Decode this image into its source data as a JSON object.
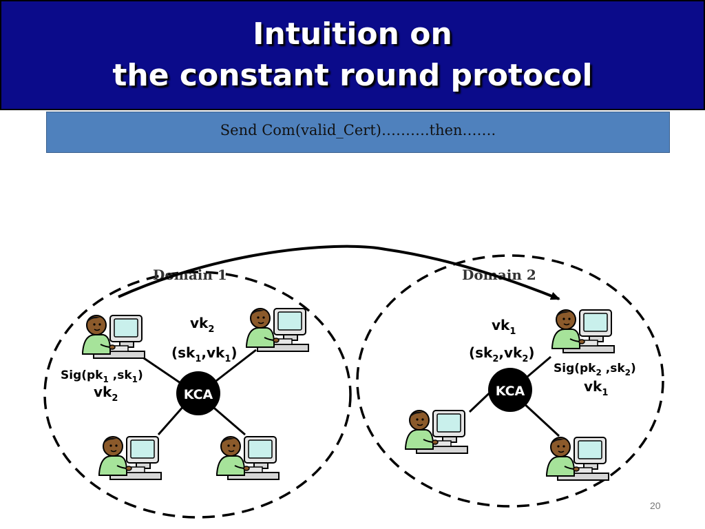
{
  "title": {
    "line1": "Intuition on",
    "line2": "the constant round protocol"
  },
  "subtitle": "Send Com(valid_Cert)……….then…….",
  "domains": [
    {
      "name": "Domain 1",
      "center_label": "KCA"
    },
    {
      "name": "Domain 2",
      "center_label": "KCA"
    }
  ],
  "labels": {
    "d1_top_vk": {
      "base": "vk",
      "sub": "2"
    },
    "d1_pair": {
      "open": "(sk",
      "sub1": "1",
      "comma": ",vk",
      "sub2": "1",
      "close": ")"
    },
    "d1_sig": {
      "a": "Sig(pk",
      "s1": "1",
      "b": " ,sk",
      "s2": "1",
      "c": ")"
    },
    "d1_vk": {
      "base": "vk",
      "sub": "2"
    },
    "d2_top_vk": {
      "base": "vk",
      "sub": "1"
    },
    "d2_pair": {
      "open": "(sk",
      "sub1": "2",
      "comma": ",vk",
      "sub2": "2",
      "close": ")"
    },
    "d2_sig": {
      "a": "Sig(pk",
      "s1": "2",
      "b": " ,sk",
      "s2": "2",
      "c": ")"
    },
    "d2_vk": {
      "base": "vk",
      "sub": "1"
    }
  },
  "slide_number": "20",
  "colors": {
    "title_bg": "#0b0b8a",
    "subtitle_bg": "#4f81bd",
    "user_shirt": "#a6e39a",
    "user_skin": "#8b5a2b"
  }
}
